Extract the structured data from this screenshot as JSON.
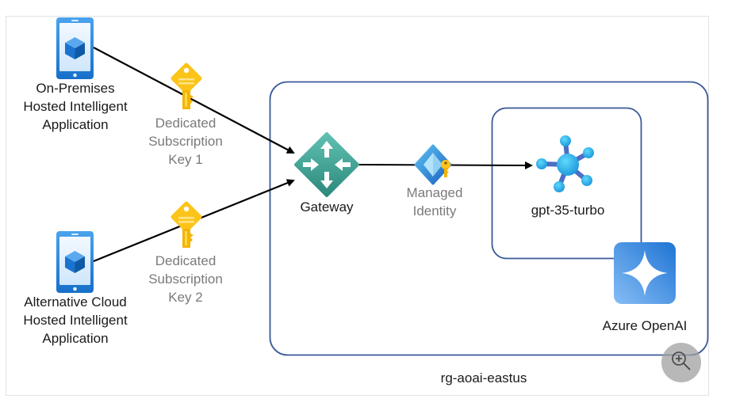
{
  "diagram": {
    "nodes": {
      "on_prem_app": {
        "label": "On-Premises\nHosted Intelligent\nApplication",
        "icon": "mobile-app-icon"
      },
      "cloud_app": {
        "label": "Alternative Cloud\nHosted Intelligent\nApplication",
        "icon": "mobile-app-icon"
      },
      "key1": {
        "label": "Dedicated\nSubscription\nKey 1",
        "icon": "key-icon"
      },
      "key2": {
        "label": "Dedicated\nSubscription\nKey 2",
        "icon": "key-icon"
      },
      "gateway": {
        "label": "Gateway",
        "icon": "api-gateway-icon"
      },
      "managed_identity": {
        "label": "Managed\nIdentity",
        "icon": "managed-identity-icon"
      },
      "model": {
        "label": "gpt-35-turbo",
        "icon": "model-deployment-icon"
      },
      "openai": {
        "label": "Azure OpenAI",
        "icon": "azure-openai-icon"
      }
    },
    "groups": {
      "resource_group": {
        "label": "rg-aoai-eastus"
      }
    },
    "edges": [
      {
        "from": "on_prem_app",
        "to": "gateway",
        "via": "key1",
        "arrow": true
      },
      {
        "from": "cloud_app",
        "to": "gateway",
        "via": "key2",
        "arrow": true
      },
      {
        "from": "gateway",
        "to": "model",
        "via": "managed_identity",
        "arrow": true
      }
    ],
    "colors": {
      "group_border": "#3a5a98",
      "edge": "#000000",
      "gateway": "#3fa89a",
      "key": "#fcc419",
      "azure_blue": "#1f7ad6",
      "grey_label": "#7a7a7a"
    }
  },
  "controls": {
    "zoom_button": {
      "icon": "zoom-in-icon"
    }
  }
}
